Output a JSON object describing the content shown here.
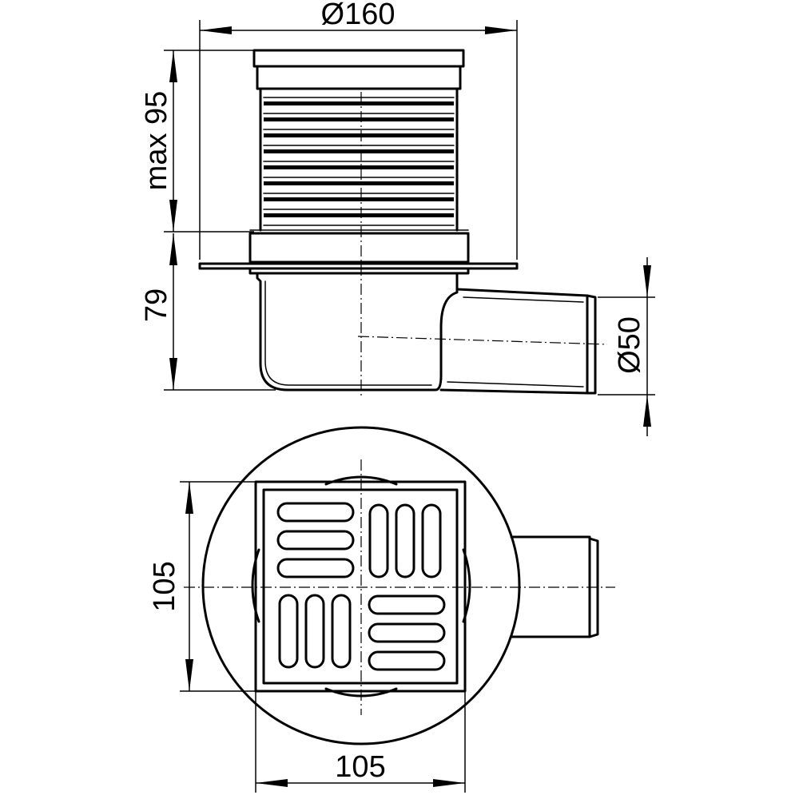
{
  "drawing": {
    "dimensions": {
      "outer_diameter": "Ø160",
      "max_height": "max 95",
      "body_height": "79",
      "outlet_diameter": "Ø50",
      "grate_height": "105",
      "grate_width": "105"
    }
  }
}
